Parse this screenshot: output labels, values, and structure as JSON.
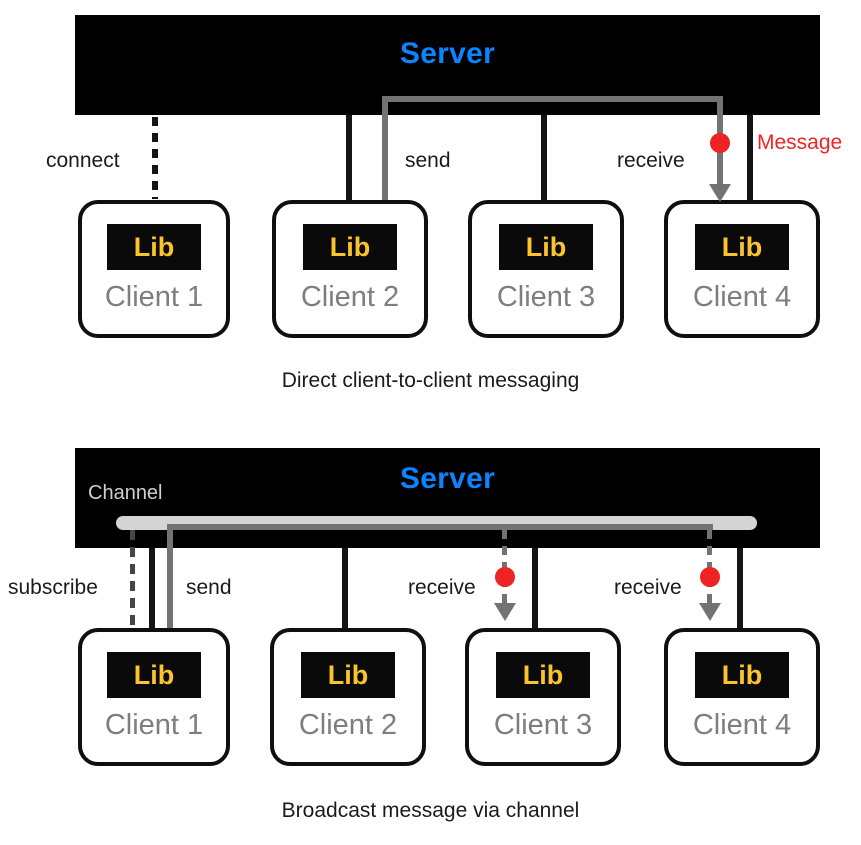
{
  "colors": {
    "server_bg": "#000000",
    "server_text": "#0a84ff",
    "lib_bg": "#0a0a0a",
    "lib_text": "#fcc42c",
    "client_name_text": "#7e7e7e",
    "connector_black": "#141414",
    "connector_gray": "#737373",
    "channel_pill": "#d4d4d4",
    "accent_red": "#ee2424"
  },
  "top": {
    "server": "Server",
    "labels": {
      "connect": "connect",
      "send": "send",
      "receive": "receive",
      "message": "Message"
    },
    "clients": [
      {
        "lib": "Lib",
        "name": "Client 1"
      },
      {
        "lib": "Lib",
        "name": "Client 2"
      },
      {
        "lib": "Lib",
        "name": "Client 3"
      },
      {
        "lib": "Lib",
        "name": "Client 4"
      }
    ],
    "caption": "Direct client-to-client messaging"
  },
  "bottom": {
    "server": "Server",
    "channel": "Channel",
    "labels": {
      "subscribe": "subscribe",
      "send": "send",
      "receive_client3": "receive",
      "receive_client4": "receive"
    },
    "clients": [
      {
        "lib": "Lib",
        "name": "Client 1"
      },
      {
        "lib": "Lib",
        "name": "Client 2"
      },
      {
        "lib": "Lib",
        "name": "Client 3"
      },
      {
        "lib": "Lib",
        "name": "Client 4"
      }
    ],
    "caption": "Broadcast message via channel"
  }
}
